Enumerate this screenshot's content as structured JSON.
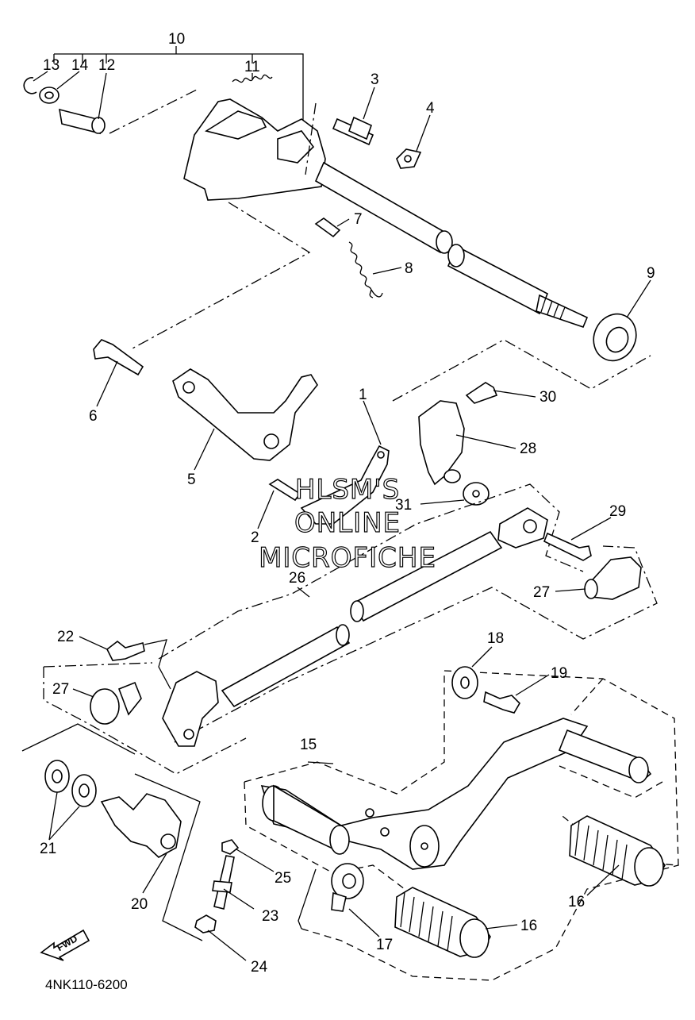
{
  "diagram_code": "4NK110-6200",
  "watermark": [
    "HLSM'S",
    "ONLINE",
    "MICROFICHE"
  ],
  "fwd_label": "FWD",
  "callouts": {
    "p1": "1",
    "p2": "2",
    "p3": "3",
    "p4": "4",
    "p5": "5",
    "p6": "6",
    "p7": "7",
    "p8": "8",
    "p9": "9",
    "p10": "10",
    "p11": "11",
    "p12": "12",
    "p13": "13",
    "p14": "14",
    "p15": "15",
    "p16a": "16",
    "p16b": "16",
    "p17": "17",
    "p18": "18",
    "p19": "19",
    "p20": "20",
    "p21": "21",
    "p22": "22",
    "p23": "23",
    "p24": "24",
    "p25": "25",
    "p26": "26",
    "p27a": "27",
    "p27b": "27",
    "p28": "28",
    "p29": "29",
    "p30": "30",
    "p31": "31"
  }
}
